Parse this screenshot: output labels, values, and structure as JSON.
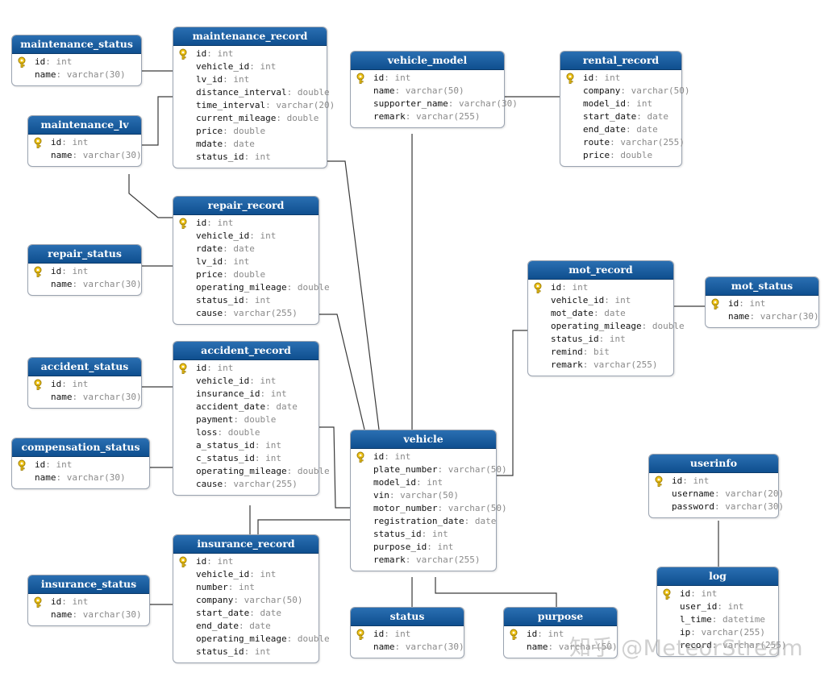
{
  "tables": [
    {
      "name": "maintenance_status",
      "fields": [
        {
          "name": "id",
          "type": "int",
          "pk": true
        },
        {
          "name": "name",
          "type": "varchar(30)"
        }
      ]
    },
    {
      "name": "maintenance_record",
      "fields": [
        {
          "name": "id",
          "type": "int",
          "pk": true
        },
        {
          "name": "vehicle_id",
          "type": "int"
        },
        {
          "name": "lv_id",
          "type": "int"
        },
        {
          "name": "distance_interval",
          "type": "double"
        },
        {
          "name": "time_interval",
          "type": "varchar(20)"
        },
        {
          "name": "current_mileage",
          "type": "double"
        },
        {
          "name": "price",
          "type": "double"
        },
        {
          "name": "mdate",
          "type": "date"
        },
        {
          "name": "status_id",
          "type": "int"
        }
      ]
    },
    {
      "name": "vehicle_model",
      "fields": [
        {
          "name": "id",
          "type": "int",
          "pk": true
        },
        {
          "name": "name",
          "type": "varchar(50)"
        },
        {
          "name": "supporter_name",
          "type": "varchar(30)"
        },
        {
          "name": "remark",
          "type": "varchar(255)"
        }
      ]
    },
    {
      "name": "rental_record",
      "fields": [
        {
          "name": "id",
          "type": "int",
          "pk": true
        },
        {
          "name": "company",
          "type": "varchar(50)"
        },
        {
          "name": "model_id",
          "type": "int"
        },
        {
          "name": "start_date",
          "type": "date"
        },
        {
          "name": "end_date",
          "type": "date"
        },
        {
          "name": "route",
          "type": "varchar(255)"
        },
        {
          "name": "price",
          "type": "double"
        }
      ]
    },
    {
      "name": "maintenance_lv",
      "fields": [
        {
          "name": "id",
          "type": "int",
          "pk": true
        },
        {
          "name": "name",
          "type": "varchar(30)"
        }
      ]
    },
    {
      "name": "repair_record",
      "fields": [
        {
          "name": "id",
          "type": "int",
          "pk": true
        },
        {
          "name": "vehicle_id",
          "type": "int"
        },
        {
          "name": "rdate",
          "type": "date"
        },
        {
          "name": "lv_id",
          "type": "int"
        },
        {
          "name": "price",
          "type": "double"
        },
        {
          "name": "operating_mileage",
          "type": "double"
        },
        {
          "name": "status_id",
          "type": "int"
        },
        {
          "name": "cause",
          "type": "varchar(255)"
        }
      ]
    },
    {
      "name": "repair_status",
      "fields": [
        {
          "name": "id",
          "type": "int",
          "pk": true
        },
        {
          "name": "name",
          "type": "varchar(30)"
        }
      ]
    },
    {
      "name": "mot_record",
      "fields": [
        {
          "name": "id",
          "type": "int",
          "pk": true
        },
        {
          "name": "vehicle_id",
          "type": "int"
        },
        {
          "name": "mot_date",
          "type": "date"
        },
        {
          "name": "operating_mileage",
          "type": "double"
        },
        {
          "name": "status_id",
          "type": "int"
        },
        {
          "name": "remind",
          "type": "bit"
        },
        {
          "name": "remark",
          "type": "varchar(255)"
        }
      ]
    },
    {
      "name": "mot_status",
      "fields": [
        {
          "name": "id",
          "type": "int",
          "pk": true
        },
        {
          "name": "name",
          "type": "varchar(30)"
        }
      ]
    },
    {
      "name": "accident_status",
      "fields": [
        {
          "name": "id",
          "type": "int",
          "pk": true
        },
        {
          "name": "name",
          "type": "varchar(30)"
        }
      ]
    },
    {
      "name": "accident_record",
      "fields": [
        {
          "name": "id",
          "type": "int",
          "pk": true
        },
        {
          "name": "vehicle_id",
          "type": "int"
        },
        {
          "name": "insurance_id",
          "type": "int"
        },
        {
          "name": "accident_date",
          "type": "date"
        },
        {
          "name": "payment",
          "type": "double"
        },
        {
          "name": "loss",
          "type": "double"
        },
        {
          "name": "a_status_id",
          "type": "int"
        },
        {
          "name": "c_status_id",
          "type": "int"
        },
        {
          "name": "operating_mileage",
          "type": "double"
        },
        {
          "name": "cause",
          "type": "varchar(255)"
        }
      ]
    },
    {
      "name": "compensation_status",
      "fields": [
        {
          "name": "id",
          "type": "int",
          "pk": true
        },
        {
          "name": "name",
          "type": "varchar(30)"
        }
      ]
    },
    {
      "name": "vehicle",
      "fields": [
        {
          "name": "id",
          "type": "int",
          "pk": true
        },
        {
          "name": "plate_number",
          "type": "varchar(50)"
        },
        {
          "name": "model_id",
          "type": "int"
        },
        {
          "name": "vin",
          "type": "varchar(50)"
        },
        {
          "name": "motor_number",
          "type": "varchar(50)"
        },
        {
          "name": "registration_date",
          "type": "date"
        },
        {
          "name": "status_id",
          "type": "int"
        },
        {
          "name": "purpose_id",
          "type": "int"
        },
        {
          "name": "remark",
          "type": "varchar(255)"
        }
      ]
    },
    {
      "name": "userinfo",
      "fields": [
        {
          "name": "id",
          "type": "int",
          "pk": true
        },
        {
          "name": "username",
          "type": "varchar(20)"
        },
        {
          "name": "password",
          "type": "varchar(30)"
        }
      ]
    },
    {
      "name": "insurance_record",
      "fields": [
        {
          "name": "id",
          "type": "int",
          "pk": true
        },
        {
          "name": "vehicle_id",
          "type": "int"
        },
        {
          "name": "number",
          "type": "int"
        },
        {
          "name": "company",
          "type": "varchar(50)"
        },
        {
          "name": "start_date",
          "type": "date"
        },
        {
          "name": "end_date",
          "type": "date"
        },
        {
          "name": "operating_mileage",
          "type": "double"
        },
        {
          "name": "status_id",
          "type": "int"
        }
      ]
    },
    {
      "name": "insurance_status",
      "fields": [
        {
          "name": "id",
          "type": "int",
          "pk": true
        },
        {
          "name": "name",
          "type": "varchar(30)"
        }
      ]
    },
    {
      "name": "log",
      "fields": [
        {
          "name": "id",
          "type": "int",
          "pk": true
        },
        {
          "name": "user_id",
          "type": "int"
        },
        {
          "name": "l_time",
          "type": "datetime"
        },
        {
          "name": "ip",
          "type": "varchar(255)"
        },
        {
          "name": "record",
          "type": "varchar(255)"
        }
      ]
    },
    {
      "name": "status",
      "fields": [
        {
          "name": "id",
          "type": "int",
          "pk": true
        },
        {
          "name": "name",
          "type": "varchar(30)"
        }
      ]
    },
    {
      "name": "purpose",
      "fields": [
        {
          "name": "id",
          "type": "int",
          "pk": true
        },
        {
          "name": "name",
          "type": "varchar(50)"
        }
      ]
    }
  ],
  "relationships": [
    [
      "maintenance_record",
      "maintenance_status"
    ],
    [
      "maintenance_record",
      "maintenance_lv"
    ],
    [
      "repair_record",
      "maintenance_lv"
    ],
    [
      "repair_record",
      "repair_status"
    ],
    [
      "maintenance_record",
      "vehicle"
    ],
    [
      "repair_record",
      "vehicle"
    ],
    [
      "accident_record",
      "vehicle"
    ],
    [
      "accident_record",
      "accident_status"
    ],
    [
      "accident_record",
      "compensation_status"
    ],
    [
      "accident_record",
      "insurance_record"
    ],
    [
      "insurance_record",
      "vehicle"
    ],
    [
      "insurance_record",
      "insurance_status"
    ],
    [
      "vehicle_model",
      "vehicle"
    ],
    [
      "vehicle_model",
      "rental_record"
    ],
    [
      "mot_record",
      "vehicle"
    ],
    [
      "mot_record",
      "mot_status"
    ],
    [
      "vehicle",
      "status"
    ],
    [
      "vehicle",
      "purpose"
    ],
    [
      "userinfo",
      "log"
    ]
  ],
  "watermark": "知乎 @MeteorStream",
  "colors": {
    "header": "#1a5fa3",
    "type_text": "#8a8a8a",
    "link": "#3a3a3a",
    "key": "#f0c419"
  }
}
